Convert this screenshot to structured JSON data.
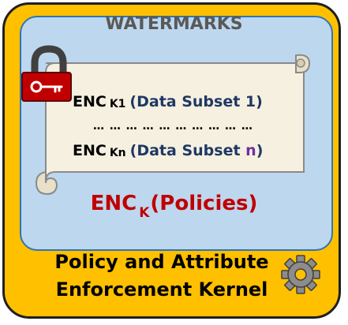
{
  "title": "WATERMARKS",
  "lines": [
    {
      "enc": "ENC",
      "key": "K1",
      "subset": "(Data Subset 1)"
    },
    {
      "dots": "… … … … … … … … … …"
    },
    {
      "enc": "ENC",
      "key": "Kn",
      "subset_prefix": "(Data Subset ",
      "subset_n": "n",
      "subset_suffix": ")"
    }
  ],
  "policies": {
    "enc": "ENC",
    "key": "K",
    "label": "(Policies)"
  },
  "kernel": {
    "line1": "Policy and Attribute",
    "line2": "Enforcement Kernel"
  },
  "colors": {
    "outer": "#ffc000",
    "inner": "#bdd7ee",
    "scroll": "#f5f0e0",
    "lock": "#c00000",
    "gear": "#8c8c8c",
    "policies": "#c00000",
    "subset": "#1f3864",
    "n": "#7030a0"
  },
  "icons": [
    "padlock-key-icon",
    "scroll-icon",
    "gear-icon"
  ]
}
